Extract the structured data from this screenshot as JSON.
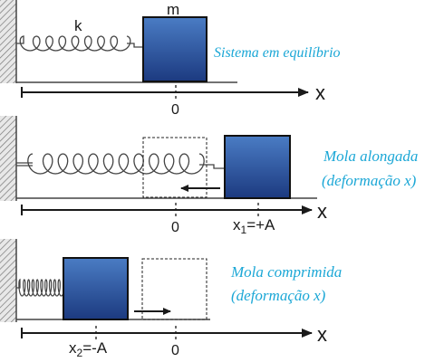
{
  "colors": {
    "caption": "#1ba7d6",
    "block_top": "#3f6fb8",
    "block_bottom": "#1e3f86",
    "wall": "#8a8a8a",
    "axis": "#1a1a1a"
  },
  "panels": [
    {
      "spring_label": "k",
      "mass_label": "m",
      "caption_lines": [
        "Sistema em equilíbrio"
      ],
      "origin_label": "0",
      "axis_label": "x",
      "position_label": "",
      "arrow_direction": "none",
      "spring_state": "equilibrium"
    },
    {
      "spring_label": "",
      "mass_label": "",
      "caption_lines": [
        "Mola alongada",
        "(deformação x)"
      ],
      "origin_label": "0",
      "axis_label": "x",
      "position_label": "x1=+A",
      "arrow_direction": "left",
      "spring_state": "stretched"
    },
    {
      "spring_label": "",
      "mass_label": "",
      "caption_lines": [
        "Mola comprimida",
        "(deformação x)"
      ],
      "origin_label": "0",
      "axis_label": "x",
      "position_label": "x2=-A",
      "arrow_direction": "right",
      "spring_state": "compressed"
    }
  ]
}
